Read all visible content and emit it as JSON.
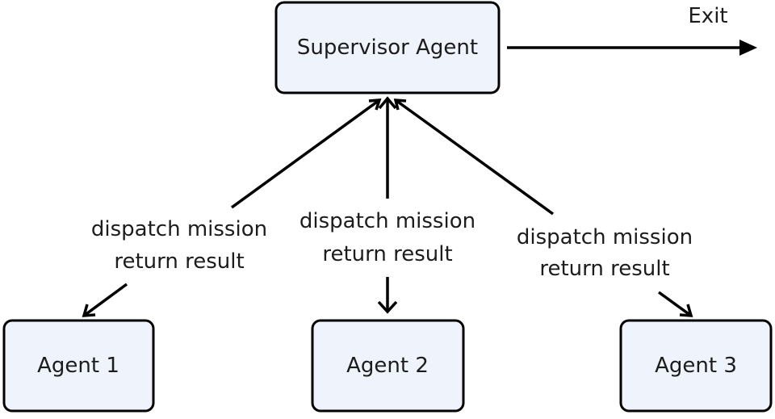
{
  "nodes": {
    "supervisor": {
      "label": "Supervisor Agent"
    },
    "agent1": {
      "label": "Agent 1"
    },
    "agent2": {
      "label": "Agent 2"
    },
    "agent3": {
      "label": "Agent 3"
    }
  },
  "edges": {
    "exit": {
      "label": "Exit"
    },
    "left": {
      "line1": "dispatch mission",
      "line2": "return result"
    },
    "middle": {
      "line1": "dispatch mission",
      "line2": "return result"
    },
    "right": {
      "line1": "dispatch mission",
      "line2": "return result"
    }
  }
}
